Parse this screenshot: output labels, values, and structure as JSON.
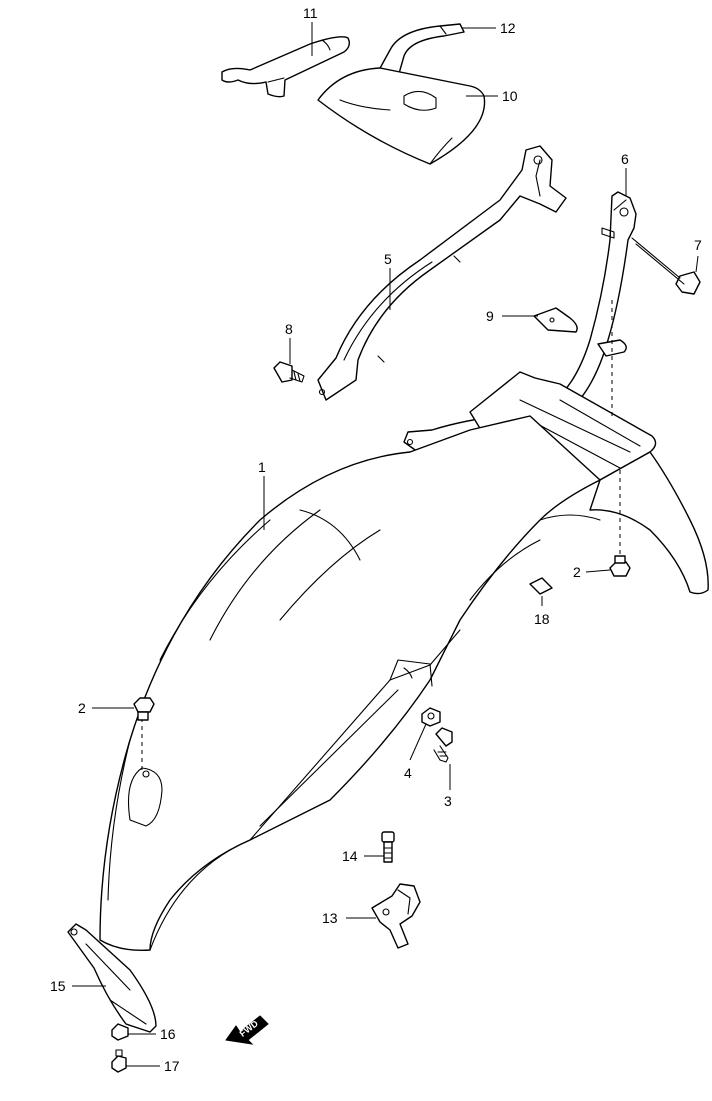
{
  "callouts": {
    "c1": "1",
    "c2a": "2",
    "c2b": "2",
    "c3": "3",
    "c4": "4",
    "c5": "5",
    "c6": "6",
    "c7": "7",
    "c8": "8",
    "c9": "9",
    "c10": "10",
    "c11": "11",
    "c12": "12",
    "c13": "13",
    "c14": "14",
    "c15": "15",
    "c16": "16",
    "c17": "17",
    "c18": "18"
  },
  "fwd_label": "FWD",
  "colors": {
    "line": "#000000",
    "background": "#ffffff"
  }
}
